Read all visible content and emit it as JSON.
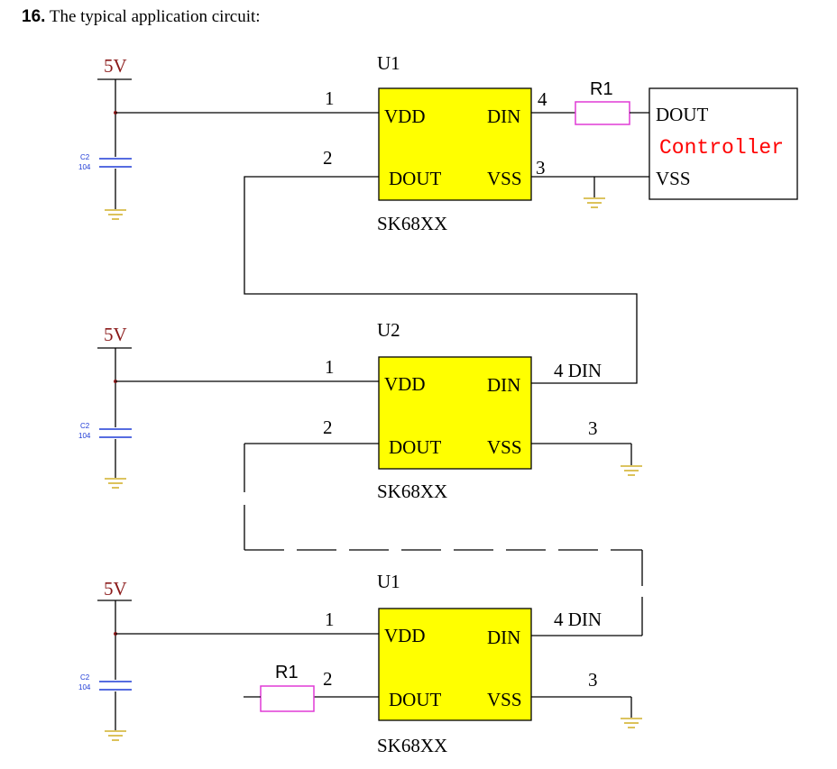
{
  "heading": {
    "number": "16.",
    "text": "The typical application circuit:"
  },
  "colors": {
    "chip_fill": "#ffff00",
    "resistor": "#e03ad6",
    "capacitor": "#1f3bd6",
    "supply_label": "#8b1a1a",
    "controller_text": "#ff0000",
    "wire": "#000000"
  },
  "stages": [
    {
      "ref": "U1",
      "part": "SK68XX",
      "supply": "5V",
      "cap_ref": "C2",
      "cap_value": "104",
      "pin1": "1",
      "pin2": "2",
      "pin3": "3",
      "pin4": "4",
      "pin_vdd": "VDD",
      "pin_din": "DIN",
      "pin_dout": "DOUT",
      "pin_vss": "VSS",
      "resistor": "R1",
      "controller": {
        "dout": "DOUT",
        "title": "Controller",
        "vss": "VSS"
      }
    },
    {
      "ref": "U2",
      "part": "SK68XX",
      "supply": "5V",
      "cap_ref": "C2",
      "cap_value": "104",
      "pin1": "1",
      "pin2": "2",
      "pin3": "3",
      "pin4": "4 DIN",
      "pin_vdd": "VDD",
      "pin_din": "DIN",
      "pin_dout": "DOUT",
      "pin_vss": "VSS"
    },
    {
      "ref": "U1",
      "part": "SK68XX",
      "supply": "5V",
      "cap_ref": "C2",
      "cap_value": "104",
      "pin1": "1",
      "pin2": "2",
      "pin3": "3",
      "pin4": "4 DIN",
      "pin_vdd": "VDD",
      "pin_din": "DIN",
      "pin_dout": "DOUT",
      "pin_vss": "VSS",
      "resistor": "R1"
    }
  ]
}
